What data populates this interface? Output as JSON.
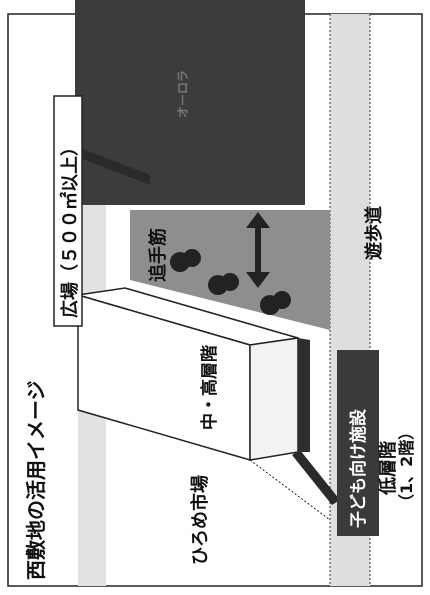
{
  "title": "西敷地の活用イメージ",
  "plaza_label": "広場（５００㎡以上）",
  "top_building_label": "オーロラ",
  "walkway_label_1": "追手筋",
  "walkway_label_2": "遊歩道",
  "building_mid_label": "中・高層階",
  "children_facility_label": "子ども向け施設",
  "low_floor_label": "低層階",
  "low_floor_sub": "（1、2階）",
  "market_label": "ひろめ市場",
  "colors": {
    "dark_building": "#3a3a3a",
    "road_band": "#d9d9d9",
    "shadow_band": "#8c8c8c",
    "accent_dark": "#2b2b2b"
  },
  "icons": [
    "tree-icon",
    "double-arrow-icon"
  ]
}
